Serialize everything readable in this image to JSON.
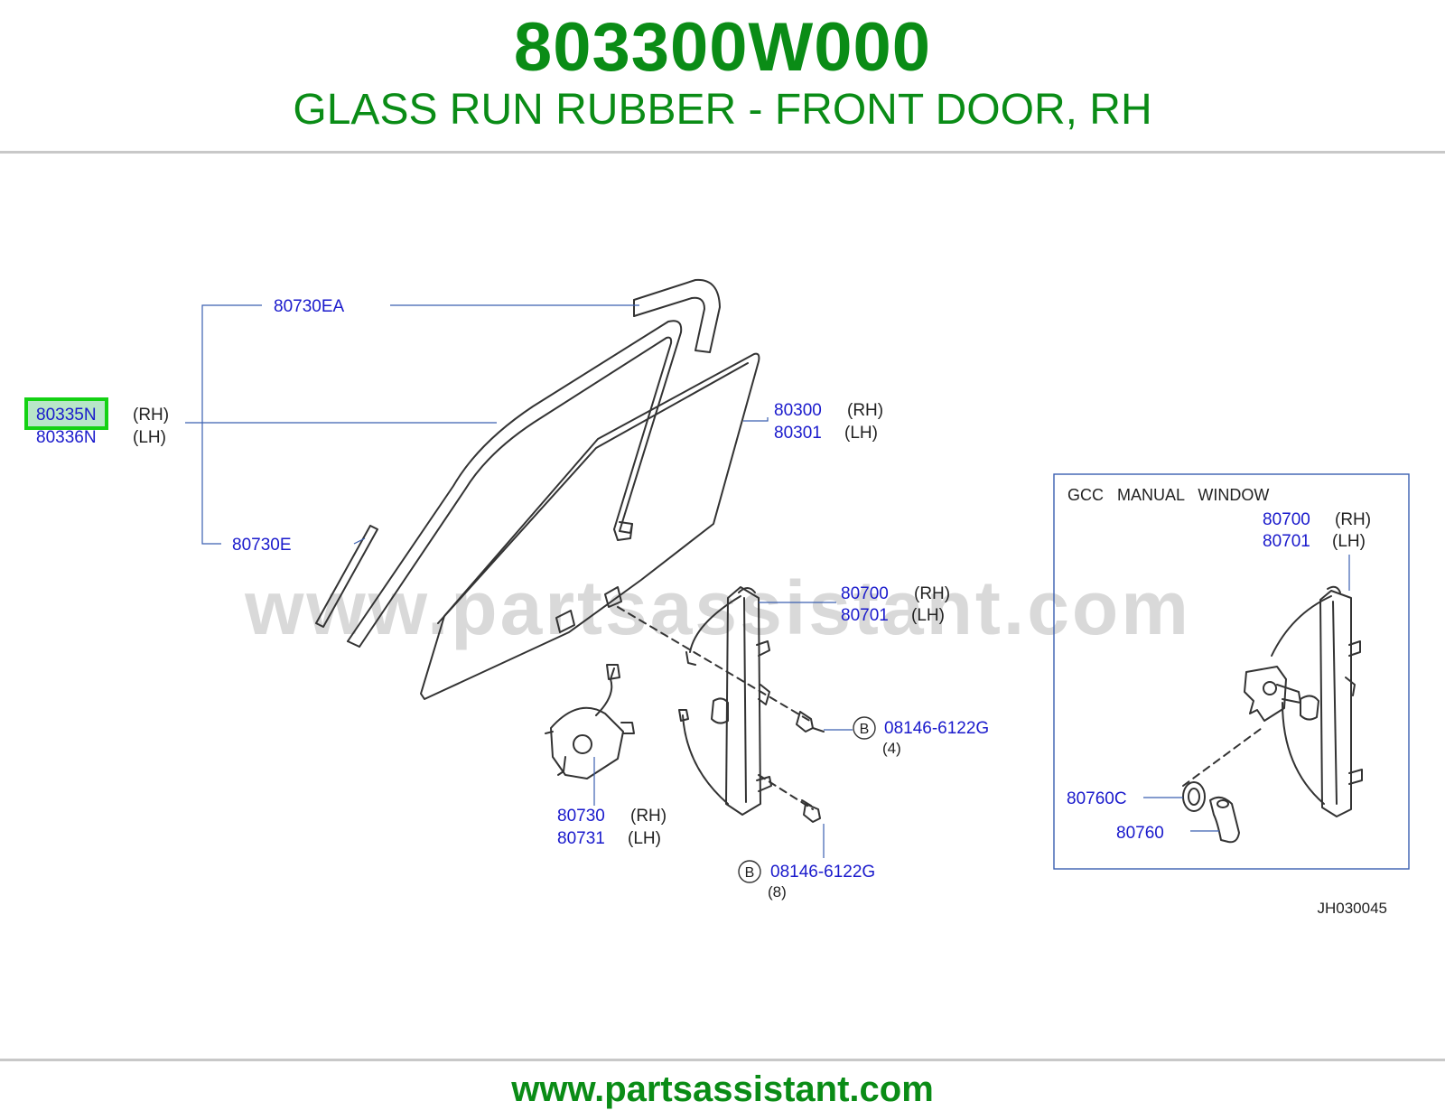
{
  "header": {
    "part_number": "803300W000",
    "part_title": "GLASS RUN RUBBER - FRONT DOOR, RH"
  },
  "diagram": {
    "watermark": "www.partsassistant.com",
    "drawing_code": "JH030045",
    "inset_title": "GCC   MANUAL   WINDOW",
    "callouts": {
      "glass_run_ea": "80730EA",
      "glass_run_rh": "80335N",
      "glass_run_rh_side": "(RH)",
      "glass_run_lh": "80336N",
      "glass_run_lh_side": "(LH)",
      "glass_run_e": "80730E",
      "door_glass_rh": "80300",
      "door_glass_rh_side": "(RH)",
      "door_glass_lh": "80301",
      "door_glass_lh_side": "(LH)",
      "regulator_rh": "80700",
      "regulator_rh_side": "(RH)",
      "regulator_lh": "80701",
      "regulator_lh_side": "(LH)",
      "bolt_upper_ref": "B",
      "bolt_upper_part": "08146-6122G",
      "bolt_upper_qty": "(4)",
      "motor_rh": "80730",
      "motor_rh_side": "(RH)",
      "motor_lh": "80731",
      "motor_lh_side": "(LH)",
      "bolt_lower_ref": "B",
      "bolt_lower_part": "08146-6122G",
      "bolt_lower_qty": "(8)",
      "inset_regulator_rh": "80700",
      "inset_regulator_rh_side": "(RH)",
      "inset_regulator_lh": "80701",
      "inset_regulator_lh_side": "(LH)",
      "inset_escutcheon": "80760C",
      "inset_handle": "80760"
    }
  },
  "footer": {
    "url": "www.partsassistant.com"
  },
  "colors": {
    "title_green": "#0a8c16",
    "link_blue": "#1a1acc",
    "line_blue": "#3a5fb0",
    "highlight_green": "#14d214",
    "highlight_fill": "#b8e6c8",
    "watermark_gray": "#d9d9d9",
    "drawing_ink": "#333333"
  }
}
